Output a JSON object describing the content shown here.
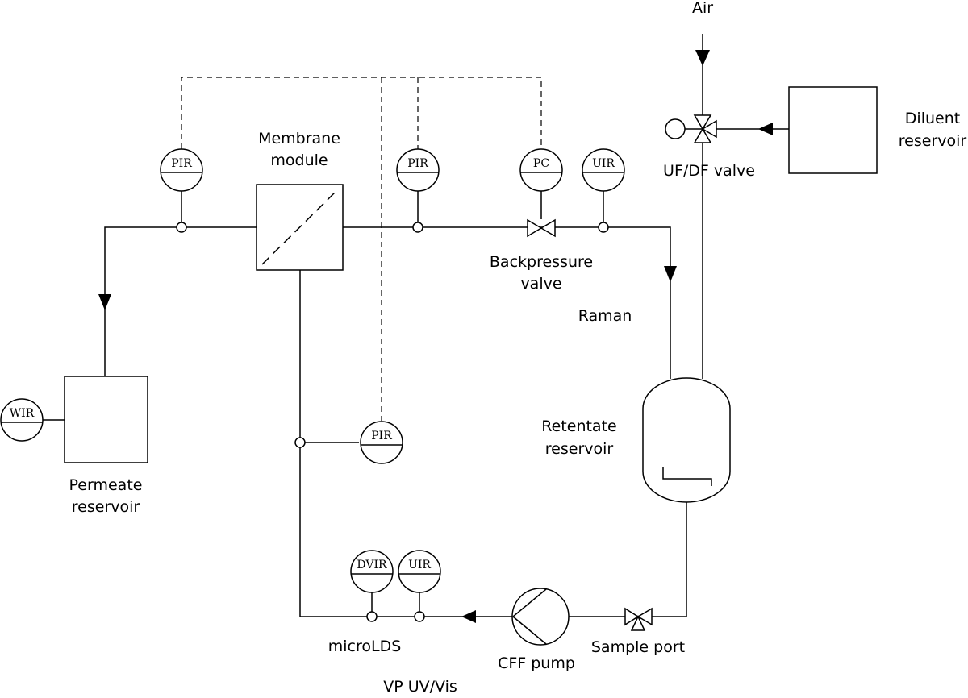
{
  "labels": {
    "air": "Air",
    "diluent_reservoir": [
      "Diluent",
      "reservoir"
    ],
    "uf_df_valve": "UF/DF valve",
    "membrane_module": [
      "Membrane",
      "module"
    ],
    "backpressure_valve": [
      "Backpressure",
      "valve"
    ],
    "raman": "Raman",
    "retentate_reservoir": [
      "Retentate",
      "reservoir"
    ],
    "permeate_reservoir": [
      "Permeate",
      "reservoir"
    ],
    "microlds": "microLDS",
    "vp_uv_vis": "VP UV/Vis",
    "cff_pump": "CFF pump",
    "sample_port": "Sample port"
  },
  "instruments": {
    "pir_permeate": "PIR",
    "pir_retentate": "PIR",
    "pc_backpressure": "PC",
    "uir_retentate": "UIR",
    "pir_feed": "PIR",
    "wir_permeate": "WIR",
    "dvir_feed": "DVIR",
    "uir_feed": "UIR"
  }
}
